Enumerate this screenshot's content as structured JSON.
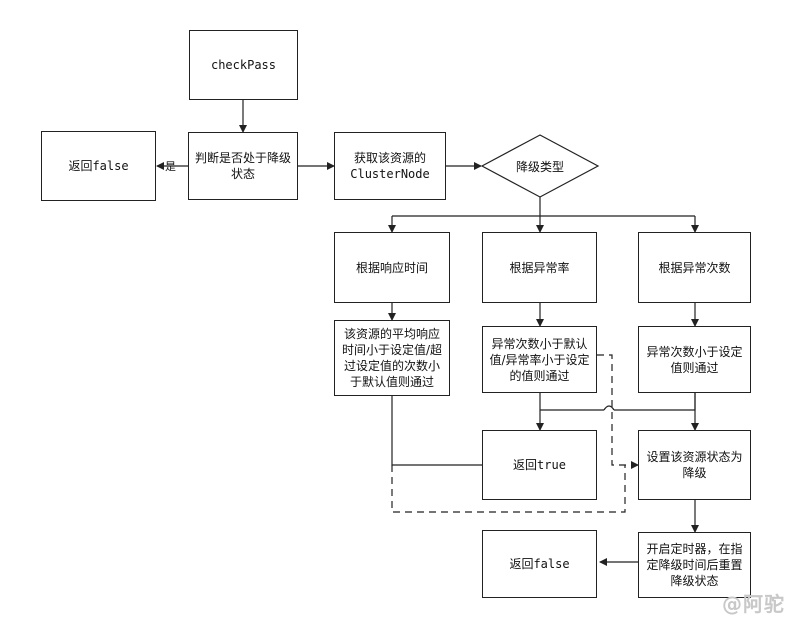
{
  "nodes": {
    "checkpass": "checkPass",
    "return_false_left": "返回false",
    "judge_degrade": "判断是否处于降级状态",
    "get_cluster_node": "获取该资源的ClusterNode",
    "degrade_type": "降级类型",
    "by_rt": "根据响应时间",
    "by_exception_ratio": "根据异常率",
    "by_exception_count": "根据异常次数",
    "rt_condition": "该资源的平均响应时间小于设定值/超过设定值的次数小于默认值则通过",
    "ratio_condition": "异常次数小于默认值/异常率小于设定的值则通过",
    "count_condition": "异常次数小于设定值则通过",
    "return_true": "返回true",
    "set_degrade": "设置该资源状态为降级",
    "timer_reset": "开启定时器，在指定降级时间后重置降级状态",
    "return_false_bottom": "返回false"
  },
  "edge_labels": {
    "yes": "是"
  },
  "watermark": "@阿驼",
  "colors": {
    "stroke": "#222222",
    "watermark": "#c8c8c8"
  }
}
